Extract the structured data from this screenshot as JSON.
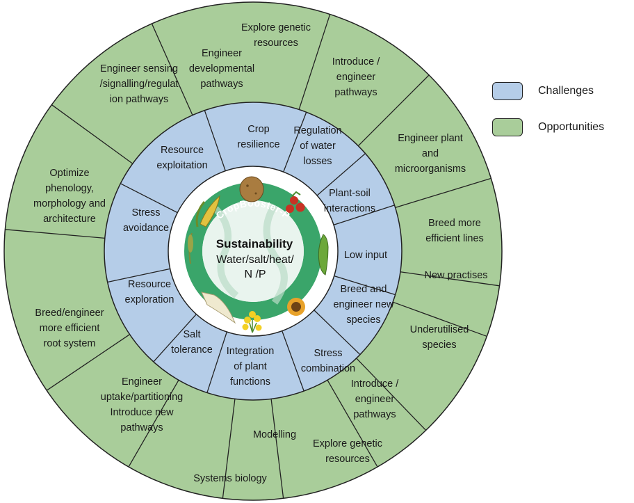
{
  "legend": [
    {
      "label": "Challenges",
      "color": "#b5cde8"
    },
    {
      "label": "Opportunities",
      "color": "#a9cd9a"
    }
  ],
  "center": {
    "logo_text": "CropBooster-P",
    "title": "Sustainability",
    "line1": "Water/salt/heat/",
    "line2": "N /P",
    "icons": [
      "potato-icon",
      "tomato-icon",
      "pea-pod-icon",
      "sunflower-icon",
      "yellow-flowers-icon",
      "parsnip-icon",
      "wheat-icon",
      "maize-icon"
    ]
  },
  "challenges": [
    [
      "Crop",
      "resilience"
    ],
    [
      "Regulation",
      "of water",
      "losses"
    ],
    [
      "Plant-soil",
      "interactions"
    ],
    [
      "Low input"
    ],
    [
      "Breed and",
      "engineer new",
      "species"
    ],
    [
      "Stress",
      "combination"
    ],
    [
      "Integration",
      "of plant",
      "functions"
    ],
    [
      "Salt",
      "tolerance"
    ],
    [
      "Resource",
      "exploration"
    ],
    [
      "Stress",
      "avoidance"
    ],
    [
      "Resource",
      "exploitation"
    ]
  ],
  "opportunities": [
    [
      "Explore genetic",
      "resources"
    ],
    [
      "Engineer",
      "developmental",
      "pathways"
    ],
    [
      "Introduce /",
      "engineer",
      "pathways"
    ],
    [
      "Engineer plant",
      "and",
      "microorganisms"
    ],
    [
      "Breed more",
      "efficient lines"
    ],
    [
      "New practises"
    ],
    [
      "Underutilised",
      "species"
    ],
    [
      "Introduce /",
      "engineer",
      "pathways"
    ],
    [
      "Explore genetic",
      "resources"
    ],
    [
      "Modelling"
    ],
    [
      "Systems biology"
    ],
    [
      "Engineer",
      "uptake/partitioning",
      "Introduce new",
      "pathways"
    ],
    [
      "Breed/engineer",
      "more efficient",
      "root system"
    ],
    [
      "Optimize",
      "phenology,",
      "morphology and",
      "architecture"
    ],
    [
      "Engineer sensing",
      "/signalling/regulat",
      "ion pathways"
    ]
  ]
}
